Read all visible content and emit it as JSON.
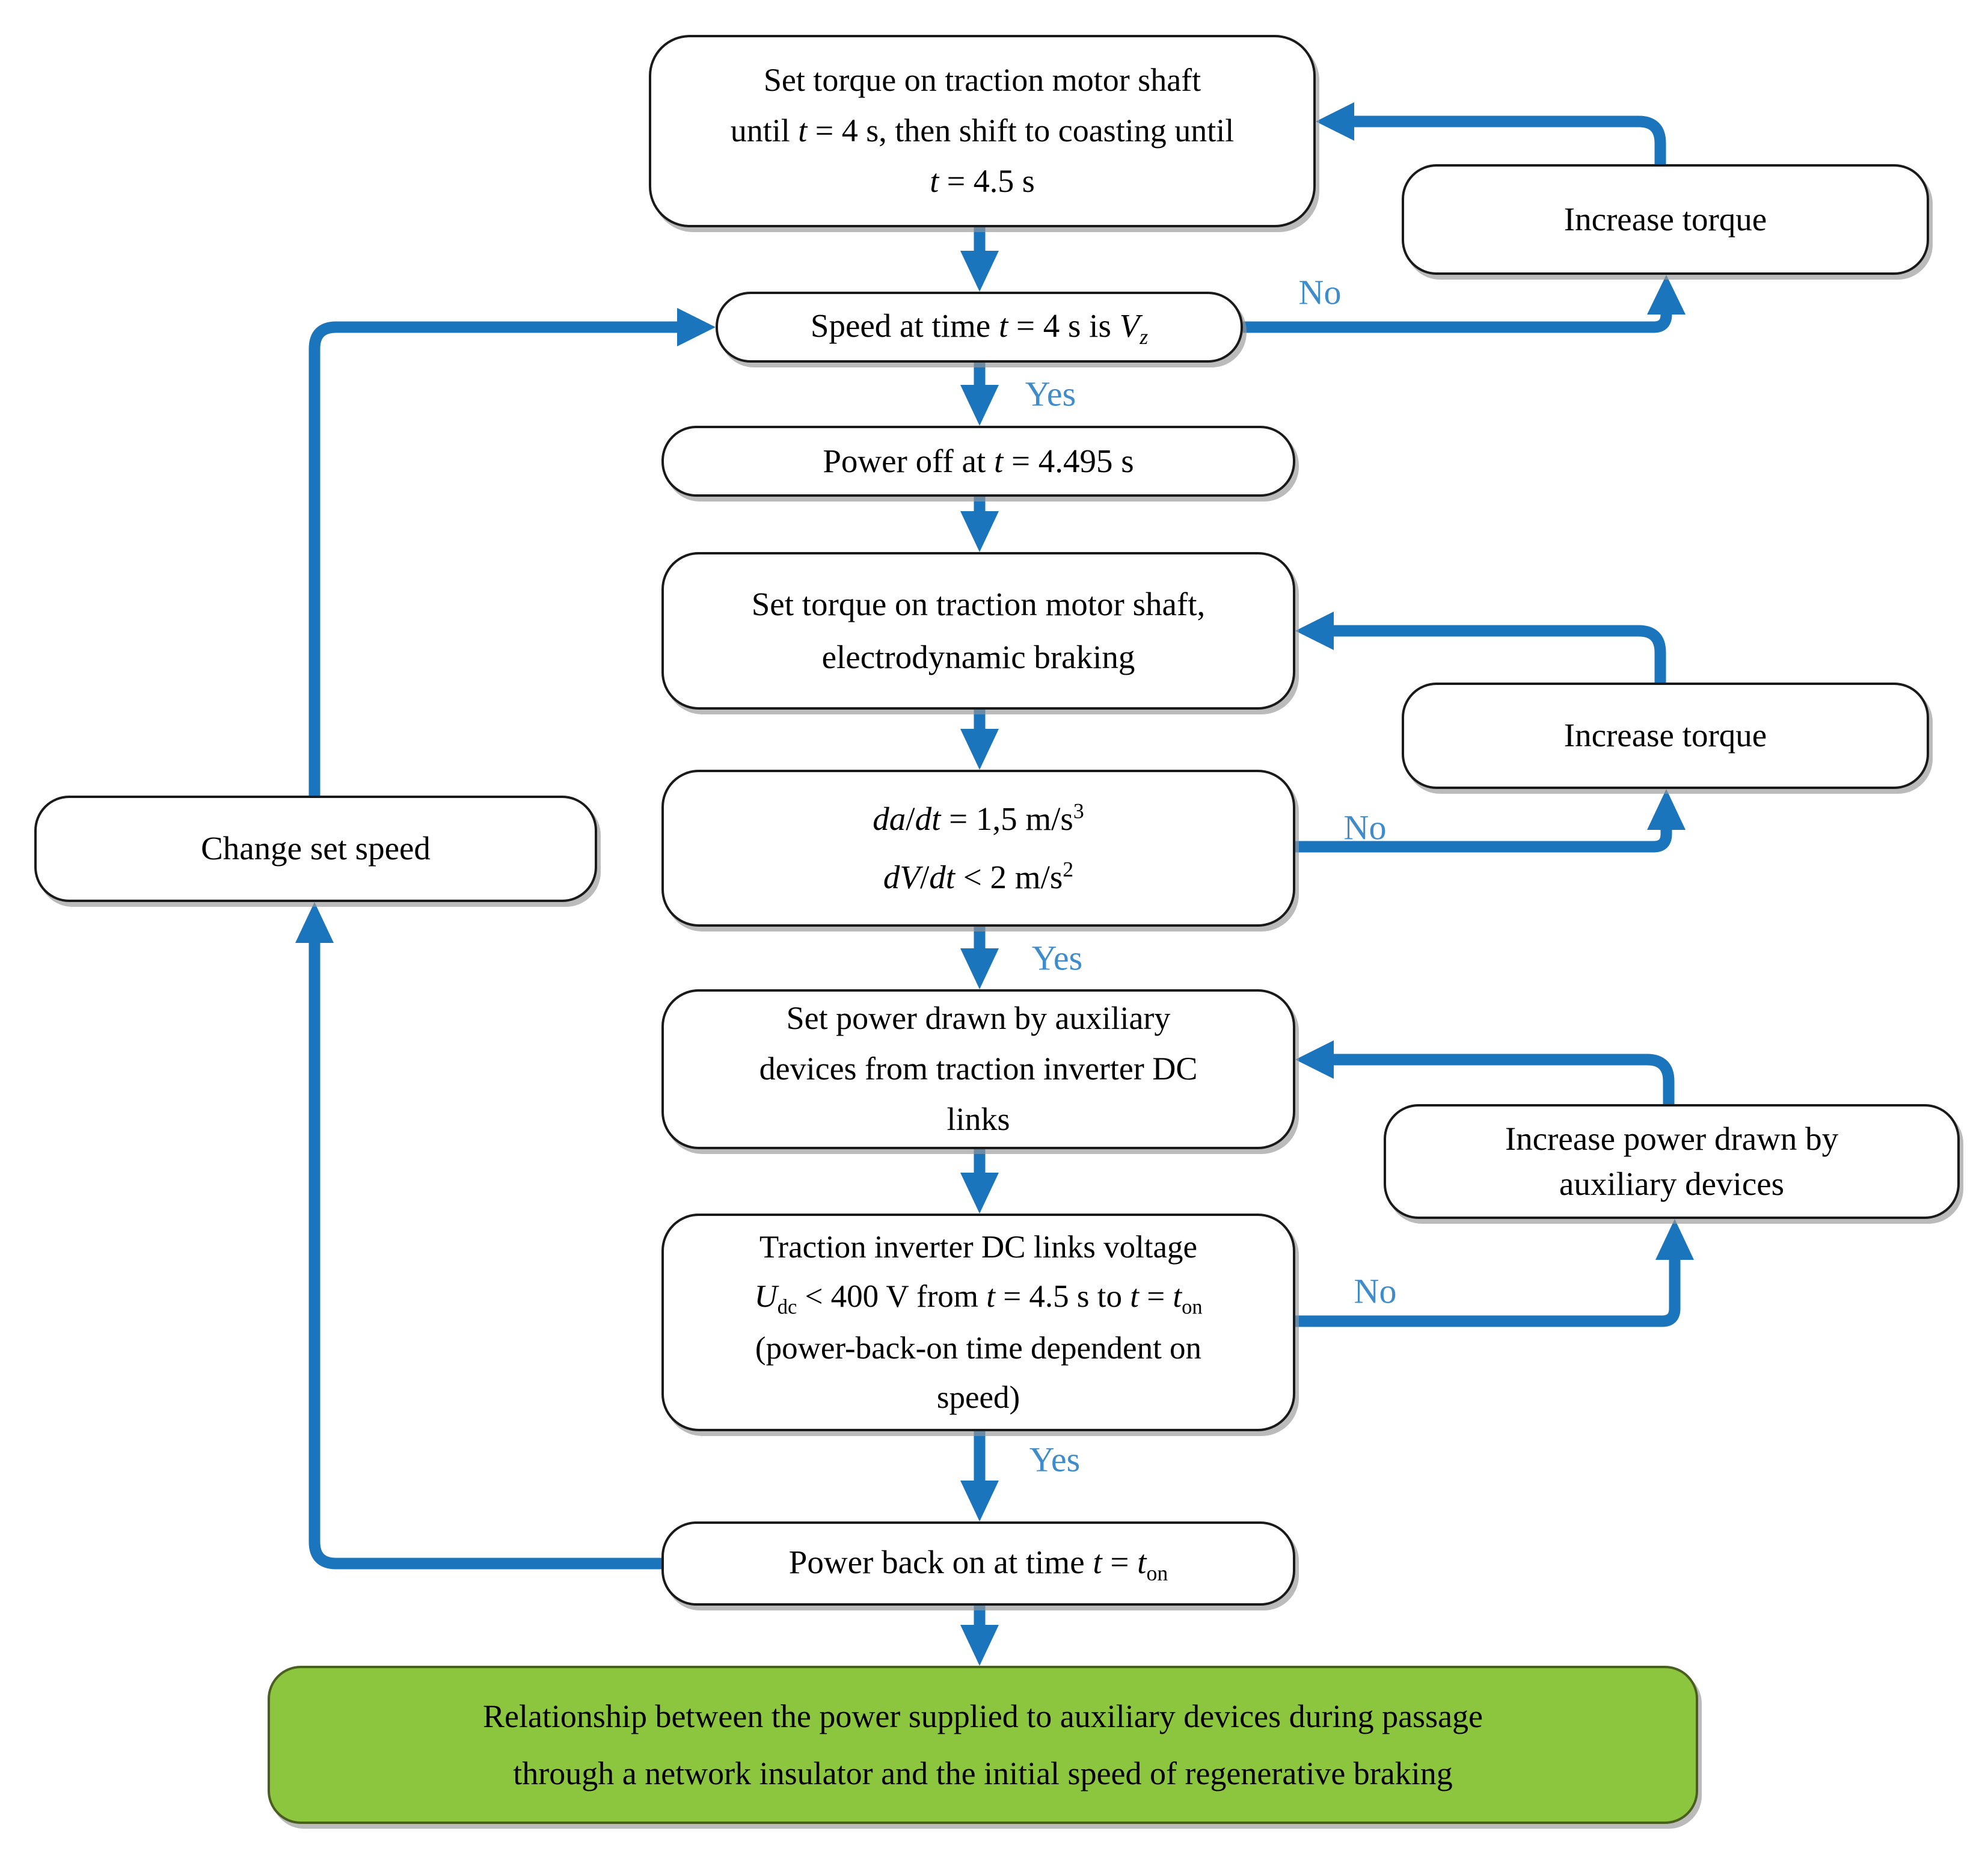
{
  "flowchart": {
    "nodes": {
      "set_torque_coasting": "Set torque on traction motor shaft<br>until <i>t</i> = 4 s, then shift to coasting until<br><i>t</i> = 4.5 s",
      "increase_torque_top": "Increase torque",
      "speed_check": "Speed at time <i>t</i> = 4 s is <i>V</i><sub><i>z</i></sub>",
      "power_off": "Power off at <i>t</i> = 4.495 s",
      "set_torque_braking": "Set torque on traction motor shaft,<br>electrodynamic braking",
      "jerk_check": "<i>da</i>/<i>dt</i> = 1,5 m/s<sup>3</sup><br><i>dV</i>/<i>dt</i> &lt; 2 m/s<sup>2</sup>",
      "change_set_speed": "Change set speed",
      "increase_torque_mid": "Increase torque",
      "set_aux_power": "Set power drawn by auxiliary<br>devices from traction inverter DC<br>links",
      "increase_aux_power": "Increase power drawn by<br>auxiliary devices",
      "dc_link_check": "Traction inverter DC links voltage<br><i>U</i><sub>dc</sub> &lt; 400 V from <i>t</i> = 4.5 s to <i>t</i> = <i>t</i><sub>on</sub><br>(power-back-on time dependent on<br>speed)",
      "power_back_on": "Power back on at time <i>t</i> = <i>t</i><sub>on</sub>",
      "result": "Relationship between the power supplied to auxiliary devices during passage<br>through a network insulator and the initial speed of regenerative braking"
    },
    "edge_labels": {
      "yes": "Yes",
      "no": "No"
    },
    "colors": {
      "arrow": "#1B75BC",
      "edge_label": "#3E8CCB",
      "box_fill": "#FFFFFF",
      "box_border": "#1A1A1A",
      "result_fill": "#8CC63F",
      "result_border": "#4A5E20",
      "text": "#000000"
    }
  }
}
